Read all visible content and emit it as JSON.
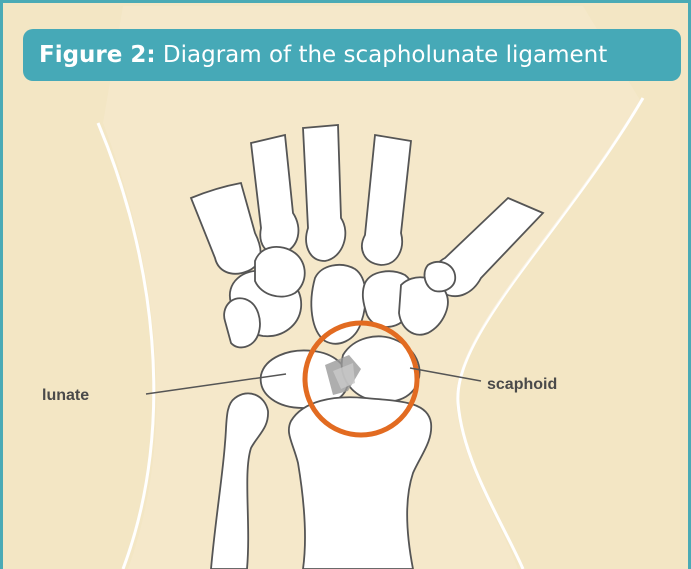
{
  "figure": {
    "caption_label": "Figure 2:",
    "caption_text": "Diagram of the scapholunate ligament"
  },
  "labels": {
    "lunate": "lunate",
    "scaphoid": "scaphoid"
  },
  "colors": {
    "accent": "#46a9b7",
    "background": "#f3e6c4",
    "highlight_circle": "#e26b21",
    "bone_fill": "#ffffff",
    "outline": "#555555"
  }
}
